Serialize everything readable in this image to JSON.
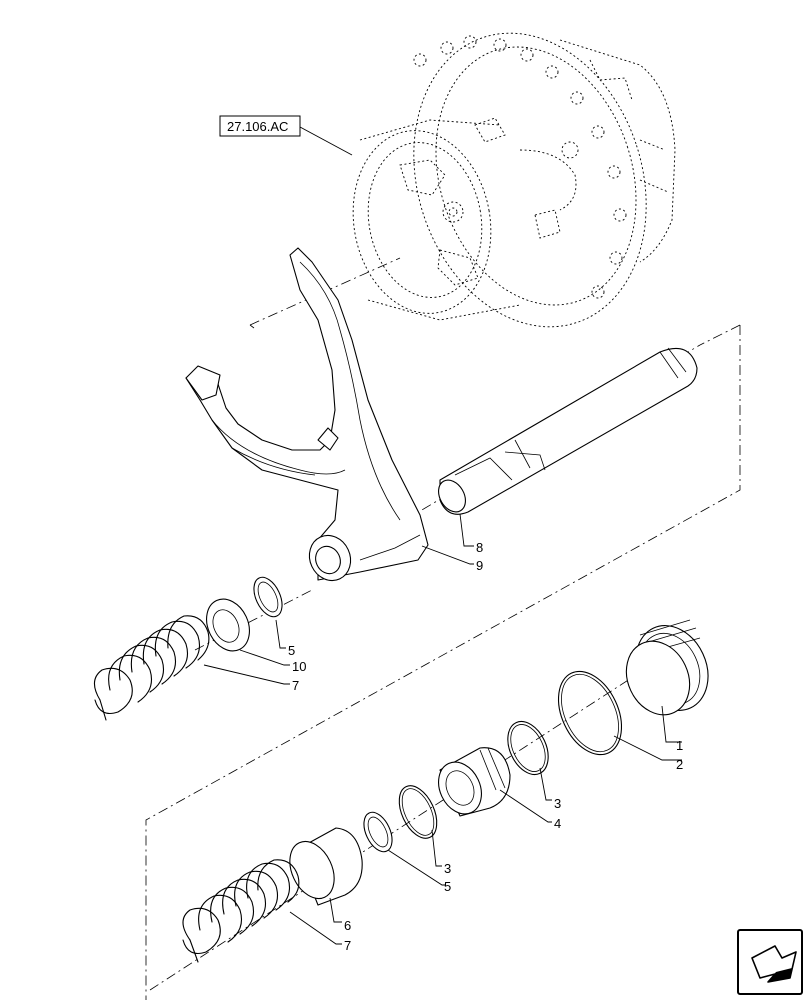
{
  "reference_box": {
    "label": "27.106.AC"
  },
  "callouts": [
    {
      "id": "c1",
      "label": "1"
    },
    {
      "id": "c2",
      "label": "2"
    },
    {
      "id": "c3a",
      "label": "3"
    },
    {
      "id": "c3b",
      "label": "3"
    },
    {
      "id": "c4",
      "label": "4"
    },
    {
      "id": "c5a",
      "label": "5"
    },
    {
      "id": "c5b",
      "label": "5"
    },
    {
      "id": "c6",
      "label": "6"
    },
    {
      "id": "c7a",
      "label": "7"
    },
    {
      "id": "c7b",
      "label": "7"
    },
    {
      "id": "c8",
      "label": "8"
    },
    {
      "id": "c9",
      "label": "9"
    },
    {
      "id": "c10",
      "label": "10"
    }
  ],
  "nav_icon": {
    "name": "back-arrow-icon"
  }
}
